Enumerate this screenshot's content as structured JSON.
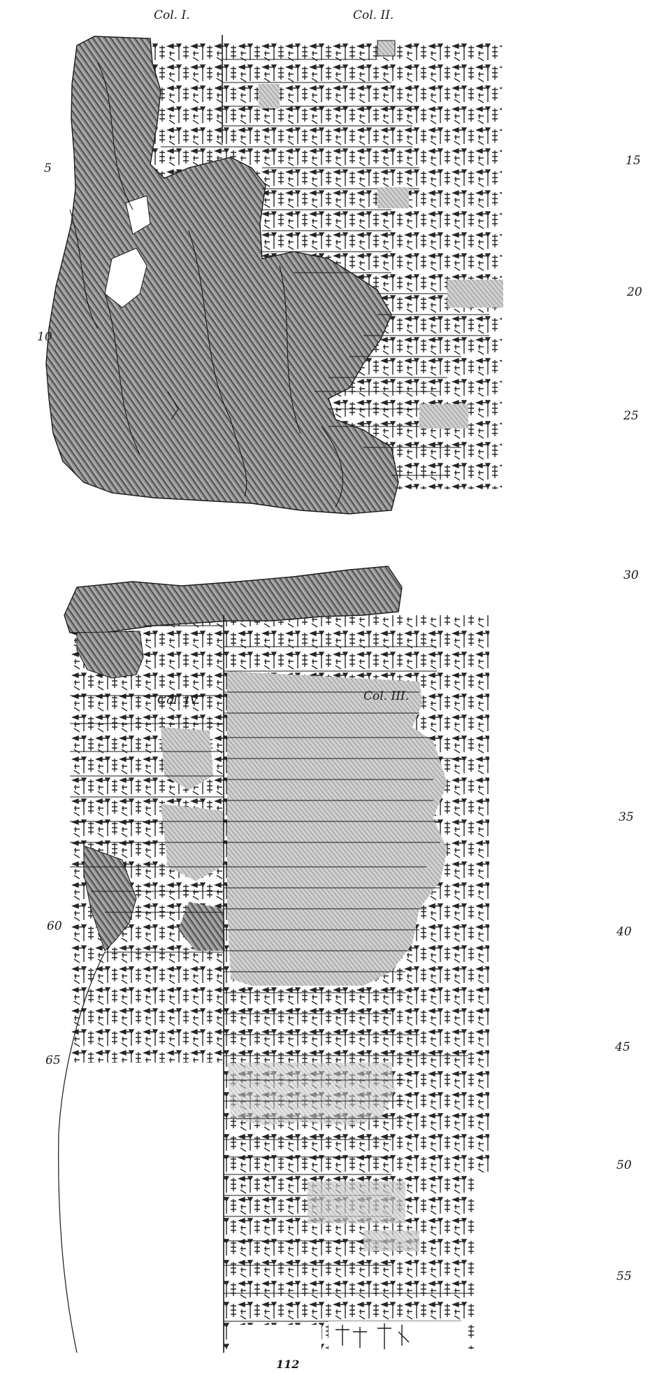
{
  "obverse": {
    "col1_label": "Col. I.",
    "col2_label": "Col. II.",
    "line_numbers": [
      "5",
      "10",
      "15",
      "20",
      "25",
      "30"
    ]
  },
  "reverse": {
    "col4_label": "Col. IV.",
    "col3_label": "Col. III.",
    "line_numbers": [
      "35",
      "40",
      "45",
      "50",
      "55",
      "60",
      "65"
    ]
  },
  "page_number": "112",
  "colors": {
    "ink": "#1a1a1a",
    "shade": "#8a8a8a",
    "paper": "#ffffff"
  }
}
